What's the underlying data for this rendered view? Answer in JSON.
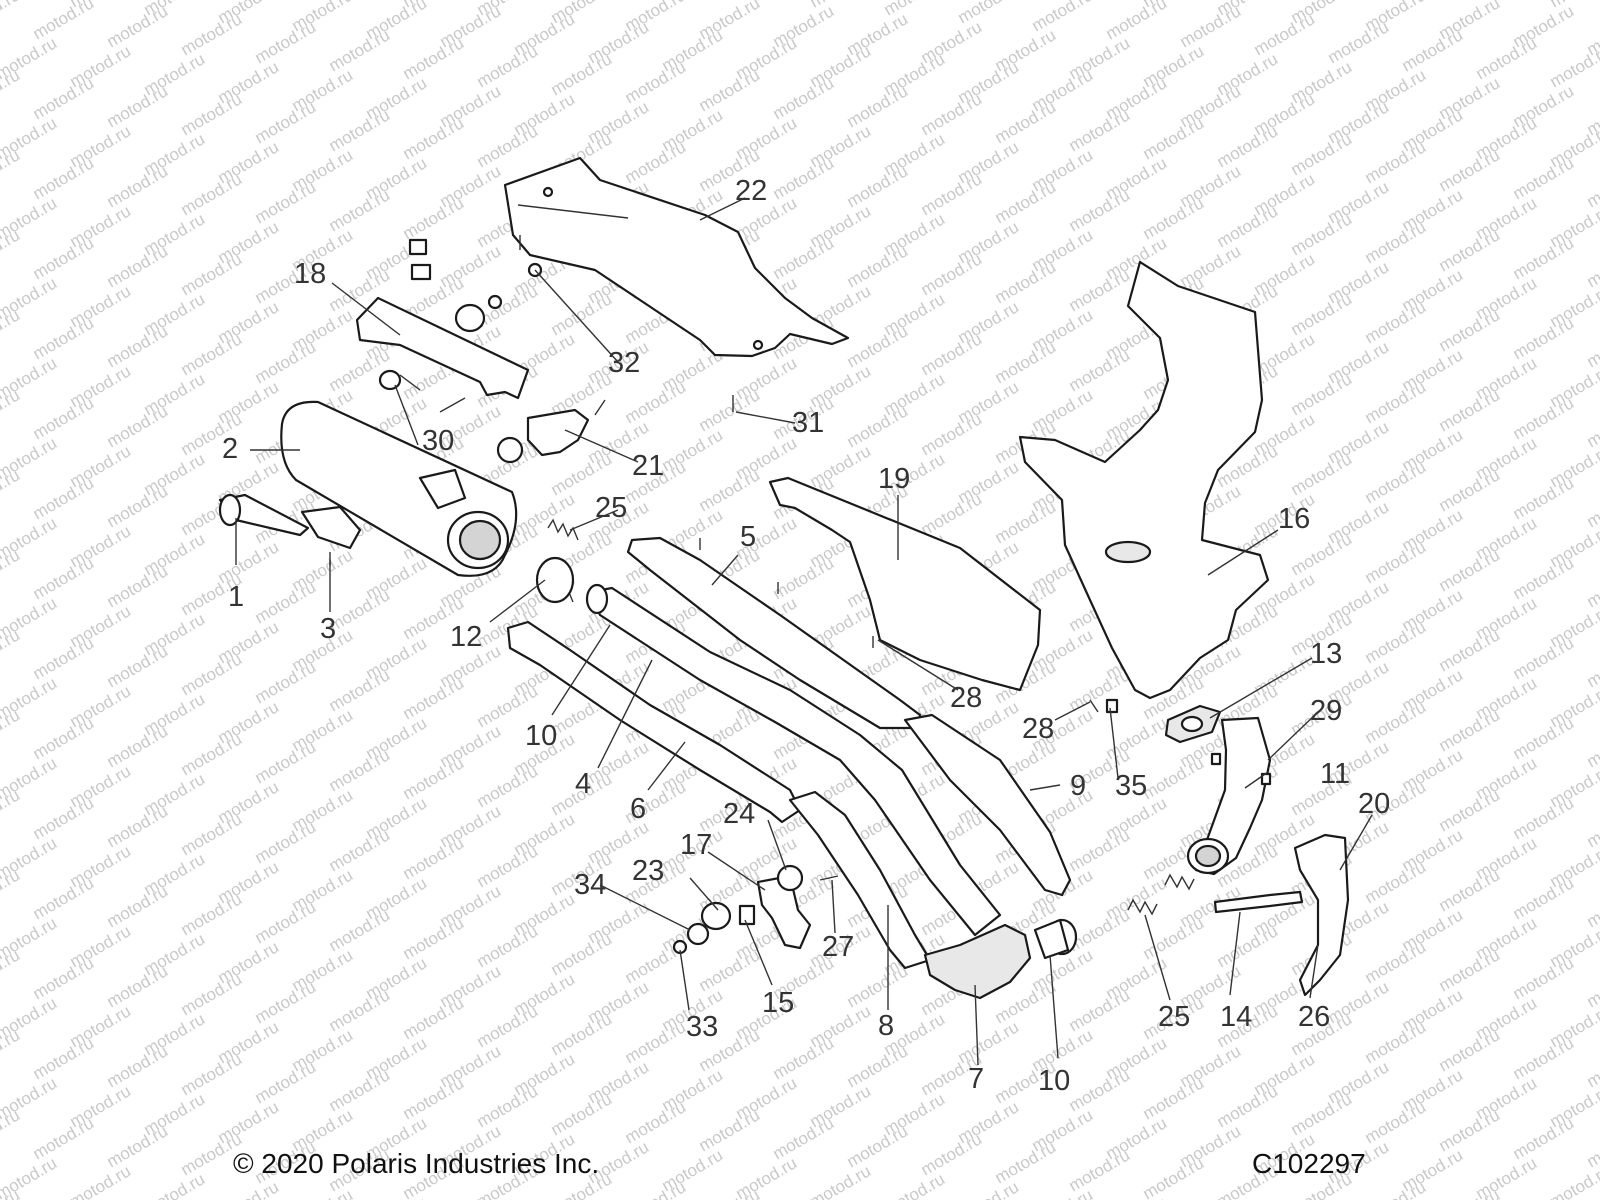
{
  "watermark": "motod.ru",
  "copyright": "© 2020 Polaris Industries Inc.",
  "diagram_code": "C102297",
  "callouts": {
    "c1": "1",
    "c2": "2",
    "c3": "3",
    "c4": "4",
    "c5": "5",
    "c6": "6",
    "c7": "7",
    "c8": "8",
    "c9": "9",
    "c10a": "10",
    "c10b": "10",
    "c11": "11",
    "c12": "12",
    "c13": "13",
    "c14": "14",
    "c15": "15",
    "c16": "16",
    "c17": "17",
    "c18": "18",
    "c19": "19",
    "c20": "20",
    "c21": "21",
    "c22": "22",
    "c23": "23",
    "c24": "24",
    "c25a": "25",
    "c25b": "25",
    "c26": "26",
    "c27": "27",
    "c28a": "28",
    "c28b": "28",
    "c29": "29",
    "c30": "30",
    "c31": "31",
    "c32": "32",
    "c33": "33",
    "c34": "34",
    "c35": "35"
  }
}
